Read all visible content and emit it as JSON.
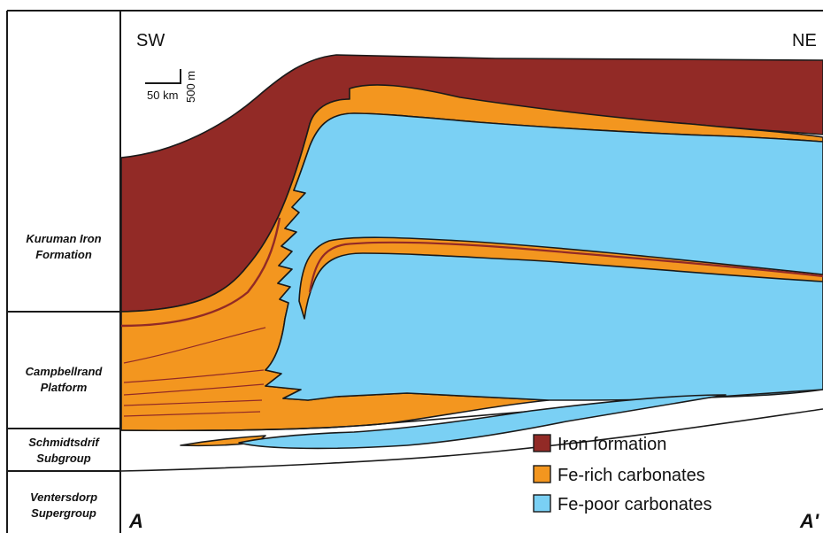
{
  "strat_column": {
    "units": [
      {
        "line1": "Kuruman Iron",
        "line2": "Formation"
      },
      {
        "line1": "Campbellrand",
        "line2": "Platform"
      },
      {
        "line1": "Schmidtsdrif",
        "line2": "Subgroup"
      },
      {
        "line1": "Ventersdorp",
        "line2": "Supergroup"
      }
    ]
  },
  "section": {
    "sw_label": "SW",
    "ne_label": "NE",
    "start_label": "A",
    "end_label": "A'"
  },
  "scale_bar": {
    "vertical_label": "500 m",
    "horizontal_label": "50 km"
  },
  "legend": {
    "items": [
      {
        "label": "Iron formation",
        "color": "#922a26"
      },
      {
        "label": "Fe-rich carbonates",
        "color": "#f3961f"
      },
      {
        "label": "Fe-poor carbonates",
        "color": "#7ad0f4"
      }
    ]
  },
  "colors": {
    "iron_formation": "#922a26",
    "fe_rich": "#f3961f",
    "fe_poor": "#7ad0f4",
    "outline": "#1a1a1a"
  }
}
